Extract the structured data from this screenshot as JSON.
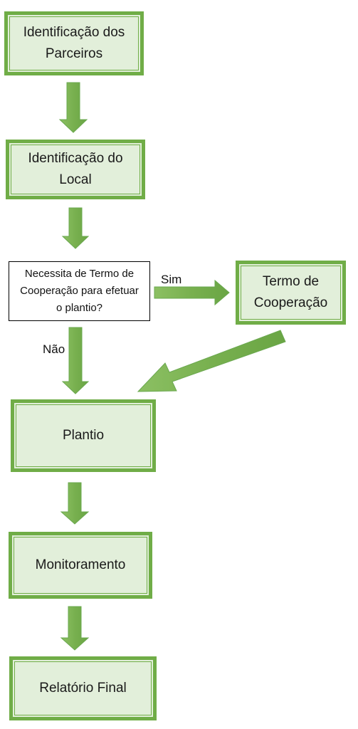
{
  "colors": {
    "box_fill": "#e2efda",
    "box_border": "#70ad47",
    "arrow_fill": "#7cb356",
    "arrow_stroke": "#6aa84f"
  },
  "nodes": {
    "identificacao_parceiros": "Identificação dos Parceiros",
    "identificacao_local": "Identificação do Local",
    "decisao_termo": "Necessita de Termo de Cooperação para efetuar o plantio?",
    "termo_cooperacao": "Termo de Cooperação",
    "plantio": "Plantio",
    "monitoramento": "Monitoramento",
    "relatorio_final": "Relatório Final"
  },
  "edge_labels": {
    "sim": "Sim",
    "nao": "Não"
  }
}
